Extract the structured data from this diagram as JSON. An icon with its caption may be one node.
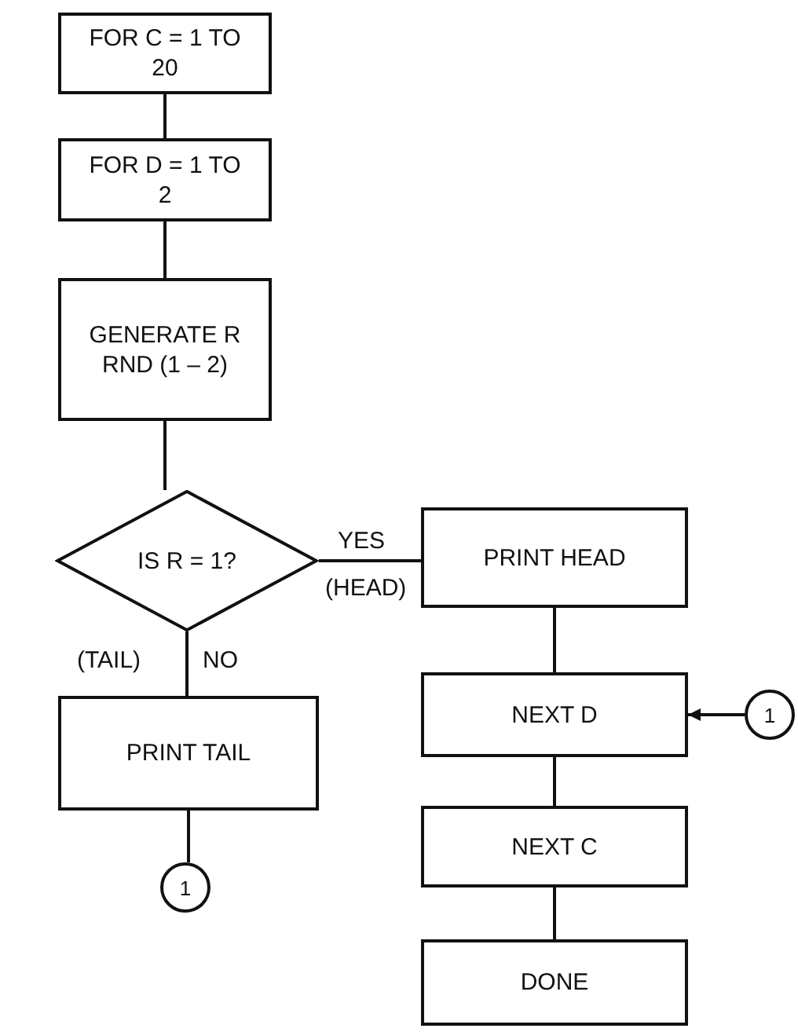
{
  "diagram": {
    "nodes": [
      {
        "text": [
          "FOR C = 1 TO 20"
        ]
      },
      {
        "text": [
          "FOR D = 1 TO 2"
        ]
      },
      {
        "text": [
          "GENERATE R RND (1 – 2)"
        ]
      },
      {
        "text": [
          "IS R = 1?"
        ]
      },
      {
        "text": [
          "PRINT HEAD"
        ]
      },
      {
        "text": [
          "PRINT TAIL"
        ]
      },
      {
        "text": [
          "1"
        ]
      },
      {
        "text": [
          "NEXT D"
        ]
      },
      {
        "text": [
          "1"
        ]
      },
      {
        "text": [
          "NEXT C"
        ]
      },
      {
        "text": [
          "DONE"
        ]
      }
    ],
    "edges": [
      {
        "from": 0,
        "to": 1,
        "arrow": "none"
      },
      {
        "from": 1,
        "to": 2,
        "arrow": "none"
      },
      {
        "from": 2,
        "to": 3,
        "arrow": "none"
      },
      {
        "from": 3,
        "to": 4,
        "arrow": "none",
        "label": "YES"
      },
      {
        "from": 3,
        "to": 5,
        "arrow": "none",
        "label": "NO"
      },
      {
        "from": 5,
        "to": 6,
        "arrow": "none"
      },
      {
        "from": 4,
        "to": 7,
        "arrow": "none"
      },
      {
        "from": 8,
        "to": 7,
        "arrow": "to"
      },
      {
        "from": 7,
        "to": 9,
        "arrow": "none"
      },
      {
        "from": 9,
        "to": 10,
        "arrow": "none"
      }
    ],
    "labels": [
      "(HEAD)",
      "(TAIL)"
    ]
  }
}
